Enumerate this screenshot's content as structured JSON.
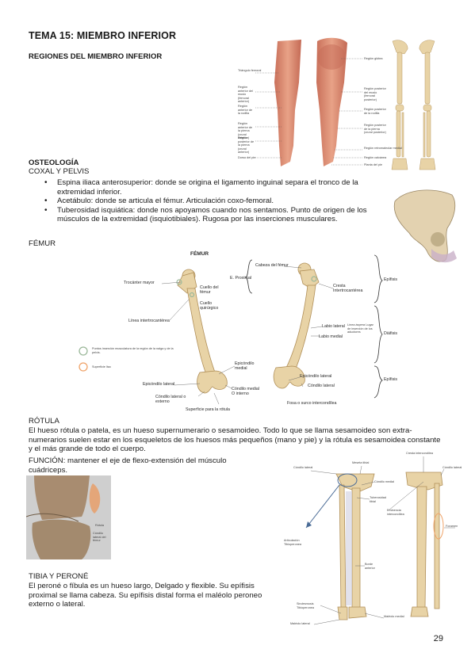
{
  "title": "TEMA 15: MIEMBRO INFERIOR",
  "regions": {
    "heading": "REGIONES DEL MIEMBRO INFERIOR",
    "figure_labels_left": [
      "Triángulo femoral",
      "Región anterior del muslo (femoral anterior)",
      "Región anterior de la rodilla",
      "Región anterior de la pierna (crural anterior)",
      "Región posterior de la pierna (crural anterior)",
      "Dorso del pie"
    ],
    "figure_labels_right": [
      "Región glútea",
      "Región posterior del muslo (femoral posterior)",
      "Región posterior de la rodilla",
      "Región posterior de la pierna (crural posterior)",
      "Región retromaleolar medial",
      "Región calcánea",
      "Planta del pie"
    ]
  },
  "osteology": {
    "heading": "OSTEOLOGÍA",
    "subheading": "COXAL Y PELVIS",
    "bullets": [
      "Espina iliaca anterosuperior: donde se origina el ligamento inguinal separa el tronco de la extremidad inferior.",
      "Acetábulo: donde se articula el fémur. Articulación coxo-femoral.",
      "Tuberosidad isquiática: donde nos apoyamos cuando nos sentamos. Punto de origen de los músculos de la extremidad (isquiotibiales). Rugosa por las inserciones musculares."
    ]
  },
  "femur": {
    "heading": "FÉMUR",
    "fig_title": "FÉMUR",
    "labels": {
      "trocanter": "Trocánter mayor",
      "cuello": "Cuello del fémur",
      "cuello_q": "Cuello quirúrgico",
      "linea_intertroc": "Línea intertrocantérea",
      "cabeza": "Cabeza del fémur",
      "e_proximal": "E. Proximal",
      "cresta": "Cresta Intertrocantérea",
      "epifisis_top": "Epífisis",
      "labio_lat": "Labio lateral",
      "labio_med": "Labio medial",
      "linea_aspera": "Línea áspera Lugar de inserción de los aductores",
      "diafisis": "Diáfisis",
      "epifisis_bot": "Epífisis",
      "epic_medial": "Epicóndilo medial",
      "epic_lat_left": "Epicóndilo lateral",
      "condilo_lat_left": "Cóndilo lateral o externo",
      "condilo_med": "Cóndilo medial O interno",
      "sup_rotula": "Superficie para la rótula",
      "epic_lat_right": "Epicóndilo lateral",
      "condilo_lat_right": "Cóndilo lateral",
      "fosa": "Fosa o surco intercondílea"
    },
    "legend": [
      "Puntos inserción musculatura de la región de la nalga y de la pelvis.",
      "Superficie lisa"
    ]
  },
  "rotula": {
    "heading": "RÓTULA",
    "body": "El hueso rótula o patela, es un hueso supernumerario o sesamoideo. Todo lo que se llama sesamoideo son extra-numerarios suelen estar en los esqueletos de los huesos más pequeños (mano y pie) y la rótula es sesamoidea constante y el más grande de todo el cuerpo.",
    "function": "FUNCIÓN: mantener el eje de flexo-extensión del músculo cuádriceps.",
    "fig_labels": [
      "Rótula",
      "Cóndilo lateral del fémur"
    ]
  },
  "tibia": {
    "heading": "TIBIA Y PERONÉ",
    "body": "El peroné o fíbula es un hueso largo, Delgado y flexible. Su epífisis proximal se llama cabeza. Su epífisis distal forma el maléolo peroneo externo o lateral.",
    "labels": {
      "condilo_lat": "Cóndilo lateral",
      "meseta": "Meseta tibial",
      "cresta_interc": "Cresta intercondílea",
      "condilo_lat_r": "Cóndilo lateral",
      "condilo_medial": "Cóndilo medial",
      "tuberosidad": "Tuberosidad tibial",
      "eminencia": "Eminencia intercondílea",
      "articulacion": "Articulación Tibioperonea",
      "foramen": "Foramen",
      "borde": "Borde anterior",
      "sindesmosis": "Sindesmosis Tibioperonea",
      "maleolo_med": "Maléolo medial",
      "maleolo_lat": "Maléolo lateral"
    }
  },
  "page_number": "29",
  "colors": {
    "bone": "#e8d3a6",
    "bone_dark": "#c9ab74",
    "skin": "#e0967a",
    "legend_green": "#9bb89a",
    "legend_orange": "#f0a46a",
    "arrow": "#4a6b96"
  }
}
